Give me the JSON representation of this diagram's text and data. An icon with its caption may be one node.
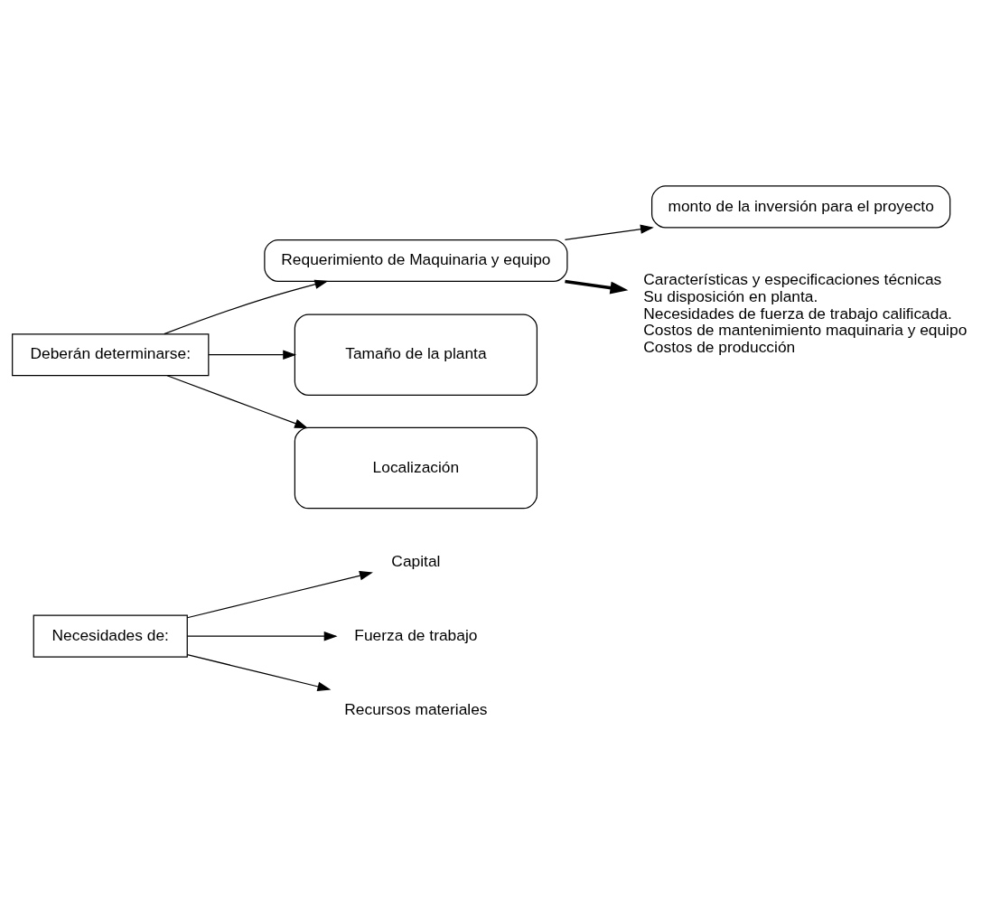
{
  "diagram": {
    "nodes": [
      {
        "text": [
          "Necesidades de:"
        ]
      },
      {
        "text": [
          "Capital"
        ]
      },
      {
        "text": [
          "Fuerza de trabajo"
        ]
      },
      {
        "text": [
          "Recursos materiales"
        ]
      },
      {
        "text": [
          "Deberán determinarse:"
        ]
      },
      {
        "text": [
          "Requerimiento de Maquinaria y equipo"
        ]
      },
      {
        "text": [
          "monto de la inversión para el proyecto"
        ]
      },
      {
        "text": [
          "Características y especificaciones técnicas",
          "Su disposición en planta.",
          "Necesidades de fuerza de trabajo calificada.",
          "Costos de mantenimiento maquinaria y equipo",
          "Costos de producción"
        ]
      },
      {
        "text": [
          "Tamaño de la planta"
        ]
      },
      {
        "text": [
          "Localización"
        ]
      }
    ],
    "edges": [
      {
        "from": 0,
        "to": 1,
        "arrow": "to"
      },
      {
        "from": 0,
        "to": 2,
        "arrow": "to"
      },
      {
        "from": 0,
        "to": 3,
        "arrow": "to"
      },
      {
        "from": 4,
        "to": 5,
        "arrow": "to"
      },
      {
        "from": 5,
        "to": 6,
        "arrow": "to"
      },
      {
        "from": 5,
        "to": 7,
        "arrow": "to",
        "style": "thick"
      },
      {
        "from": 4,
        "to": 8,
        "arrow": "to"
      },
      {
        "from": 4,
        "to": 9,
        "arrow": "to"
      }
    ]
  }
}
